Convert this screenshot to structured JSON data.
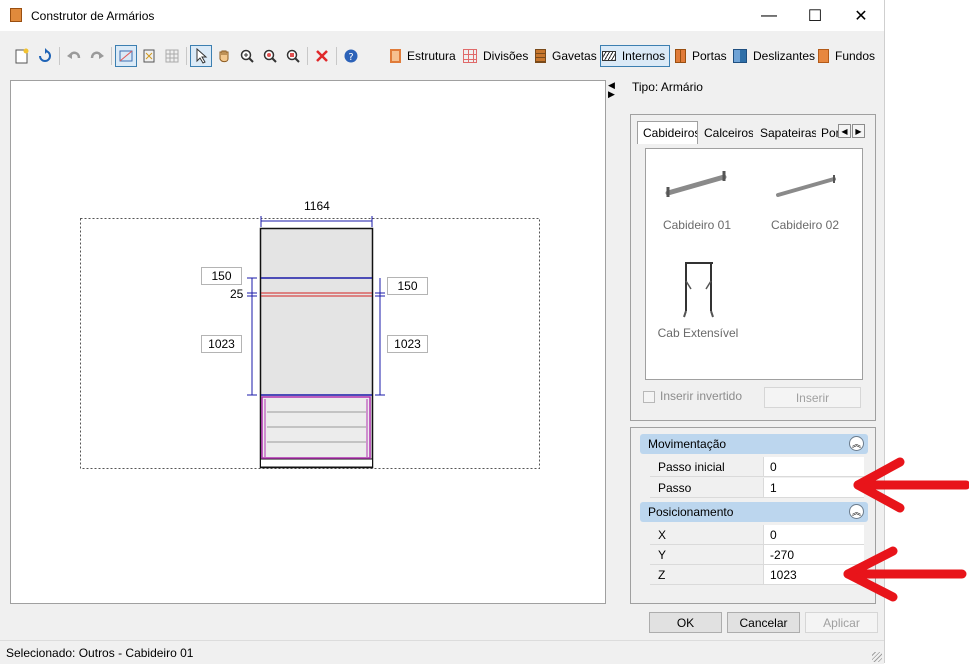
{
  "window": {
    "title": "Construtor de Armários",
    "controls": {
      "minimize": "—",
      "maximize": "☐",
      "close": "✕"
    }
  },
  "toolbar": {
    "sections": [
      {
        "label": "Estrutura",
        "icon": "estrutura-icon",
        "color": "#e07b39"
      },
      {
        "label": "Divisões",
        "icon": "divisoes-icon",
        "color": "#e06a6a"
      },
      {
        "label": "Gavetas",
        "icon": "gavetas-icon",
        "color": "#c7762d"
      },
      {
        "label": "Internos",
        "icon": "internos-icon",
        "color": "#3d6fb0",
        "active": true
      },
      {
        "label": "Portas",
        "icon": "portas-icon",
        "color": "#e07b39"
      },
      {
        "label": "Deslizantes",
        "icon": "deslizantes-icon",
        "color": "#2f6fa8"
      },
      {
        "label": "Fundos",
        "icon": "fundos-icon",
        "color": "#e7873f"
      }
    ]
  },
  "drawing": {
    "width_label": "1164",
    "left_top_value": "150",
    "left_gap_value": "25",
    "left_bottom_value": "1023",
    "right_top_value": "150",
    "right_bottom_value": "1023"
  },
  "panel": {
    "type_label": "Tipo: Armário",
    "tabs": [
      "Cabideiros",
      "Calceiros",
      "Sapateiras",
      "Por"
    ],
    "selected_tab": "Cabideiros",
    "items": [
      {
        "label": "Cabideiro 01",
        "icon": "cabideiro-01-icon"
      },
      {
        "label": "Cabideiro 02",
        "icon": "cabideiro-02-icon"
      },
      {
        "label": "Cab Extensível",
        "icon": "cab-extensivel-icon"
      }
    ],
    "insert_inverted_label": "Inserir invertido",
    "insert_inverted_checked": false,
    "insert_button": "Inserir"
  },
  "properties": {
    "movimentacao": {
      "title": "Movimentação",
      "rows": [
        {
          "name": "Passo inicial",
          "value": "0"
        },
        {
          "name": "Passo",
          "value": "1"
        }
      ]
    },
    "posicionamento": {
      "title": "Posicionamento",
      "rows": [
        {
          "name": "X",
          "value": "0"
        },
        {
          "name": "Y",
          "value": "-270"
        },
        {
          "name": "Z",
          "value": "1023"
        }
      ]
    }
  },
  "buttons": {
    "ok": "OK",
    "cancel": "Cancelar",
    "apply": "Aplicar"
  },
  "status": {
    "text": "Selecionado: Outros - Cabideiro 01"
  },
  "colors": {
    "accent": "#3c7fb1",
    "annotation_arrow": "#e8141a"
  }
}
